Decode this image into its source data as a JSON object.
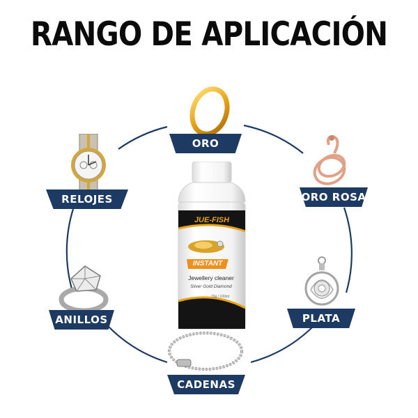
{
  "title": "RANGO DE APLICACIÓN",
  "categories": {
    "oro": "ORO",
    "relojes": "RELOJES",
    "oro_rosa": "ORO ROSA",
    "anillos": "ANILLOS",
    "plata": "PLATA",
    "cadenas": "CADENAS"
  },
  "product": {
    "brand": "JUE-FISH",
    "badge": "INSTANT",
    "name": "Jewellery cleaner",
    "subtitle": "Silver Gold Diamond",
    "volume": "70g / 100ml"
  },
  "colors": {
    "label_bg": "#1d3a63",
    "ring_line": "#1d3a63",
    "gold": "#e8a317",
    "accent_orange": "#f0901c"
  },
  "icons": [
    "gold-ring-icon",
    "watch-icon",
    "rose-gold-snake-ring-icon",
    "diamond-ring-icon",
    "silver-pendant-icon",
    "chain-bracelet-icon"
  ]
}
